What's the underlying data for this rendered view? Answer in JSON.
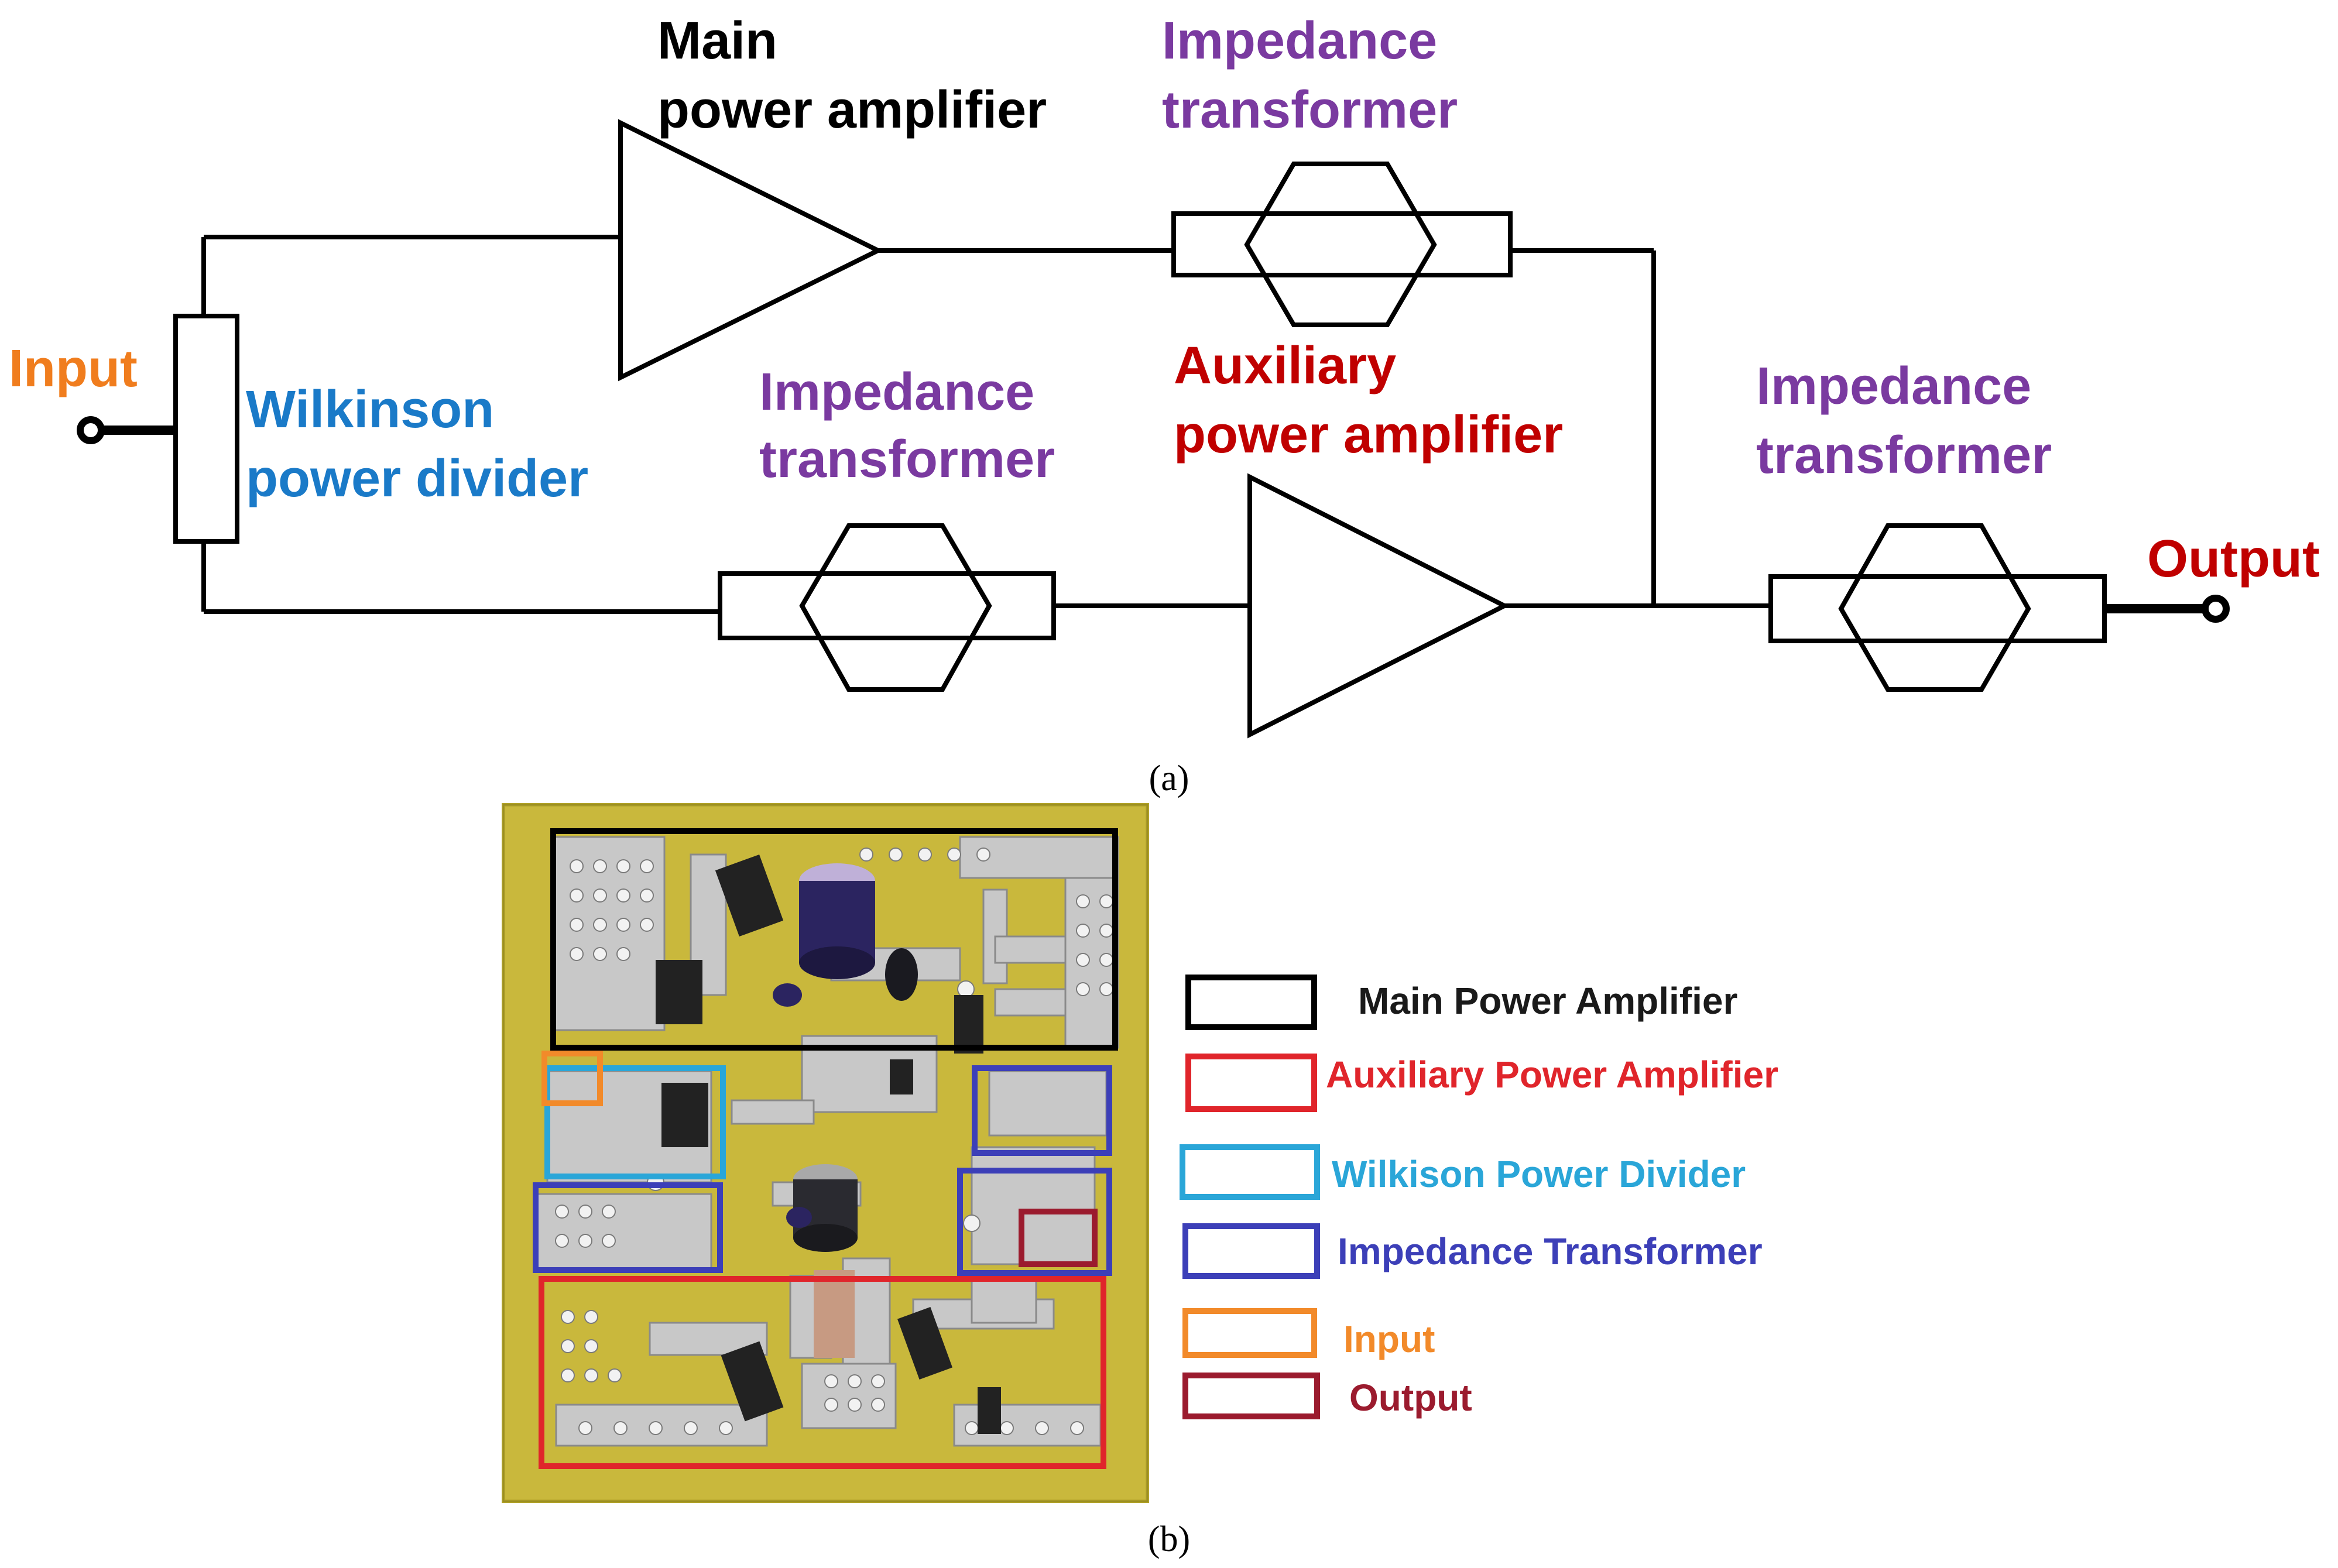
{
  "schematic": {
    "labels": {
      "input": "Input",
      "output": "Output",
      "wilkinson": [
        "Wilkinson",
        "power divider"
      ],
      "main_pa": [
        "Main",
        "power amplifier"
      ],
      "aux_pa": [
        "Auxiliary",
        "power amplifier"
      ],
      "imp_top": [
        "Impedance",
        "transformer"
      ],
      "imp_mid": [
        "Impedance",
        "transformer"
      ],
      "imp_out": [
        "Impedance",
        "transformer"
      ]
    },
    "caption": "(a)"
  },
  "photo": {
    "caption": "(b)",
    "legend": [
      {
        "label": "Main Power Amplifier",
        "color": "#000000"
      },
      {
        "label": "Auxiliary Power Amplifier",
        "color": "#e0252b"
      },
      {
        "label": "Wilkison Power Divider",
        "color": "#2aa6d8"
      },
      {
        "label": "Impedance Transformer",
        "color": "#3c3fb8"
      },
      {
        "label": "Input",
        "color": "#f28a2a"
      },
      {
        "label": "Output",
        "color": "#9b1b2e"
      }
    ]
  },
  "colors": {
    "input": "#f07d1e",
    "output": "#c00000",
    "wilkinson": "#1a7ac8",
    "impedance": "#7a3aa0",
    "main": "#000000",
    "aux": "#c00000",
    "pcb": "#c9b83c"
  }
}
